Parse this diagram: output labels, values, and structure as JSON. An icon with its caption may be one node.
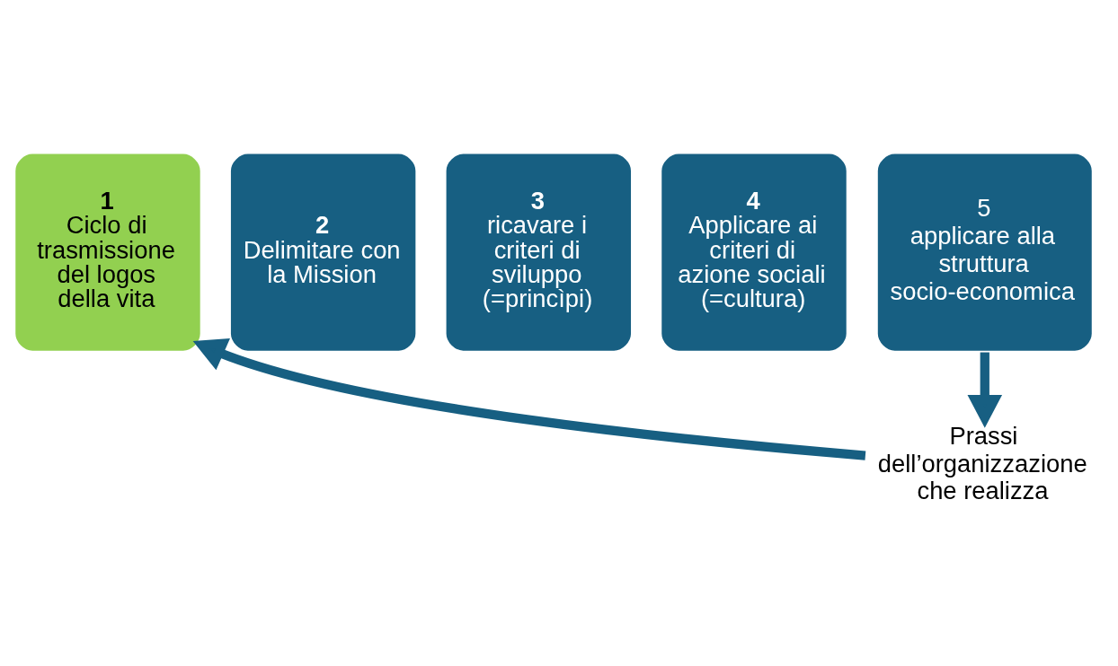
{
  "diagram": {
    "nodes": [
      {
        "text": [
          "1",
          "Ciclo di trasmissione del logos della vita"
        ]
      },
      {
        "text": [
          "2",
          "Delimitare con la Mission"
        ]
      },
      {
        "text": [
          "3",
          "ricavare i criteri di sviluppo (=princìpi)"
        ]
      },
      {
        "text": [
          "4",
          "Applicare ai criteri di azione sociali (=cultura)"
        ]
      },
      {
        "text": [
          "5",
          "applicare alla struttura socio-economica"
        ]
      },
      {
        "text": [
          "Prassi dell’organizzazione che realizza"
        ]
      }
    ],
    "edges": [
      {
        "from": 4,
        "to": 5,
        "arrow": "to"
      },
      {
        "from": 5,
        "to": 0,
        "arrow": "to"
      }
    ]
  }
}
